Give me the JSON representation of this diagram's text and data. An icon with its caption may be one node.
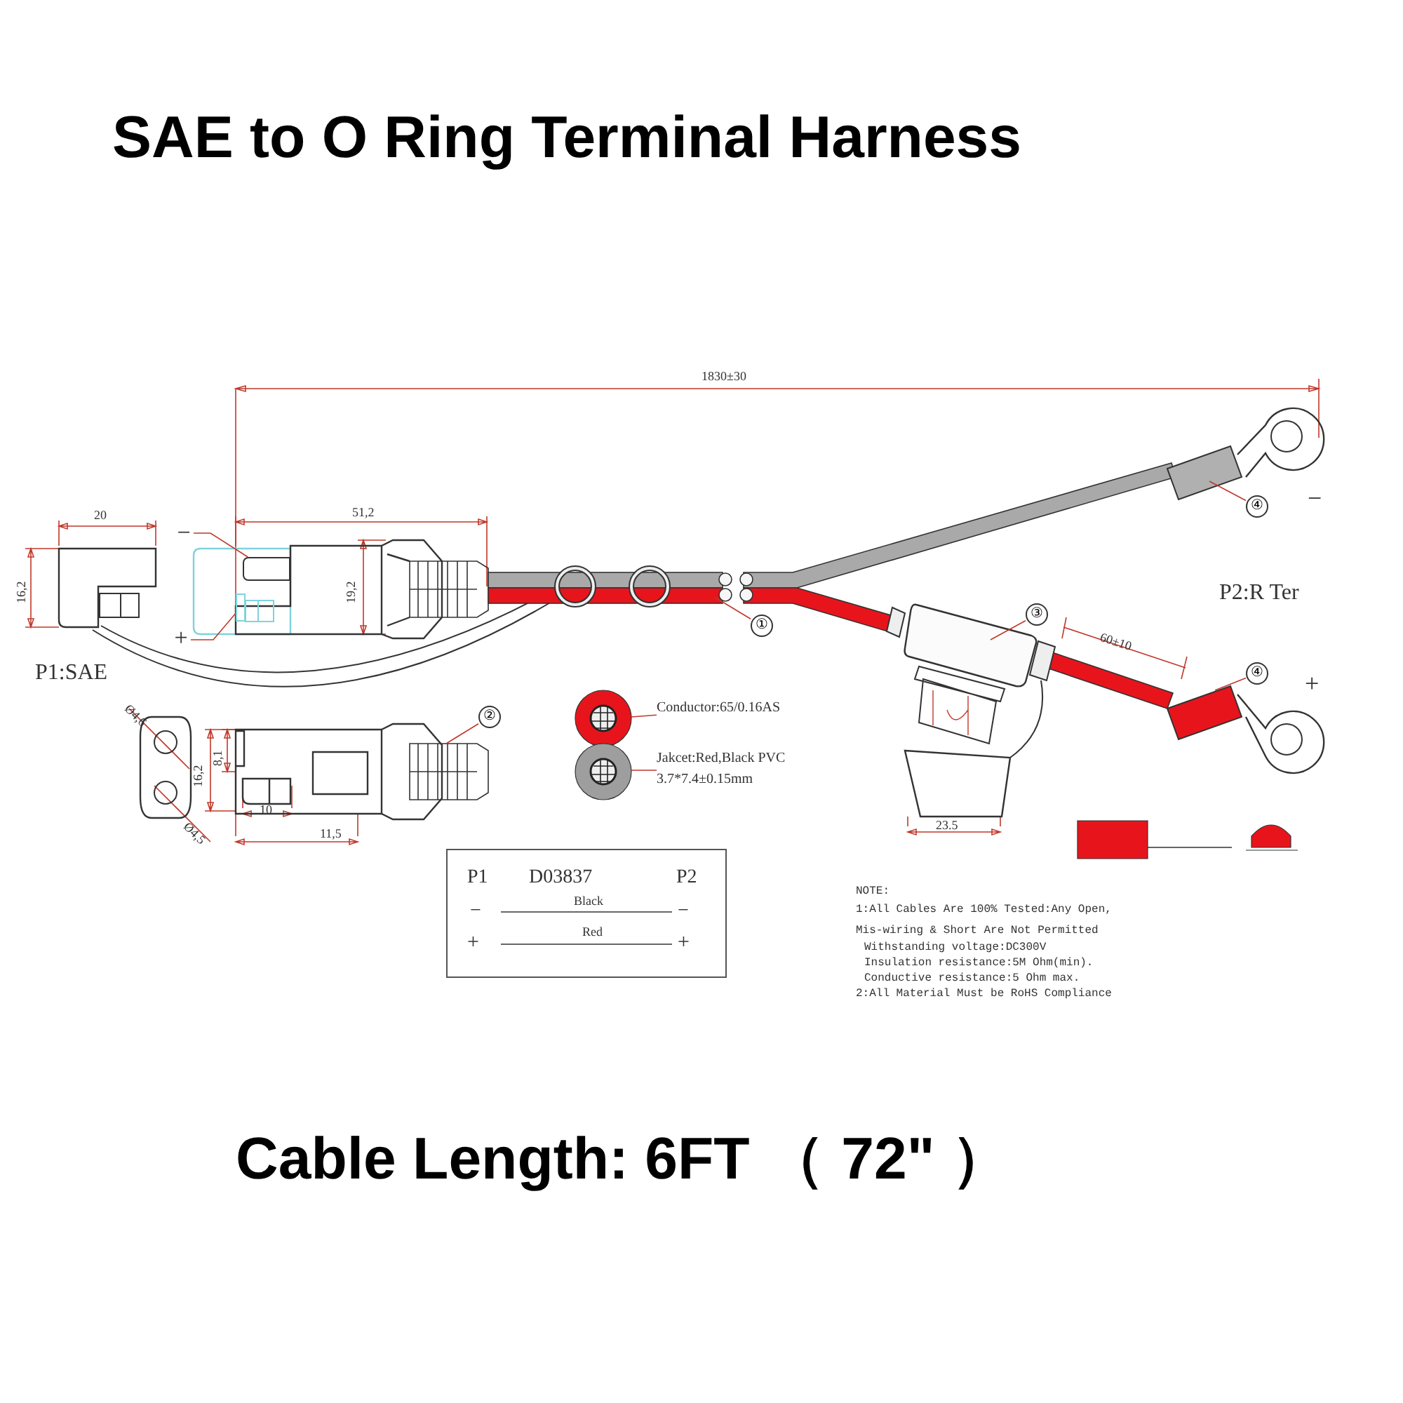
{
  "diagram": {
    "title": "SAE to O Ring Terminal Harness",
    "caption": "Cable Length: 6FT （ 72\" ）",
    "nodes": [
      {
        "text": [
          "①"
        ]
      },
      {
        "text": [
          "②"
        ]
      },
      {
        "text": [
          "③"
        ]
      },
      {
        "text": [
          "④"
        ]
      },
      {
        "text": [
          "④"
        ]
      },
      {
        "text": [
          "Conductor:65/0.16AS"
        ]
      },
      {
        "text": [
          "Jakcet:Red,Black PVC 3.7*7.4±0.15mm"
        ]
      },
      {
        "text": [
          "−"
        ]
      },
      {
        "text": [
          "+"
        ]
      },
      {
        "text": [
          "P1",
          "D03837",
          "P2",
          "−",
          "Black",
          "−",
          "+",
          "Red",
          "+"
        ]
      },
      {
        "text": [],
        "shape": "box"
      },
      {
        "text": [],
        "shape": "box"
      }
    ],
    "edges": [
      {
        "from": 0,
        "to": null,
        "arrow": "none"
      },
      {
        "from": 1,
        "to": null,
        "arrow": "none"
      },
      {
        "from": 2,
        "to": null,
        "arrow": "none"
      },
      {
        "from": 3,
        "to": null,
        "arrow": "none"
      },
      {
        "from": 4,
        "to": null,
        "arrow": "none"
      },
      {
        "from": 5,
        "to": null,
        "arrow": "none"
      },
      {
        "from": 6,
        "to": null,
        "arrow": "none"
      },
      {
        "from": 7,
        "to": 10,
        "arrow": "none"
      },
      {
        "from": 8,
        "to": 11,
        "arrow": "none"
      }
    ],
    "labels": [
      "1830±30",
      "20",
      "51,2",
      "−",
      "16,2",
      "19,2",
      "P2:R Ter",
      "P1:SAE",
      "+",
      "Ø4,6",
      "8,1",
      "16,2",
      "60±10",
      "10",
      "Ø4,5",
      "11,5",
      "23.5",
      "NOTE:",
      "1:All Cables Are 100% Tested:Any Open, Mis-wiring & Short Are Not Permitted",
      "Withstanding voltage:DC300V",
      "Insulation resistance:5M Ohm(min).",
      "Conductive resistance:5 Ohm max.",
      "2:All Material Must be RoHS Compliance"
    ]
  }
}
